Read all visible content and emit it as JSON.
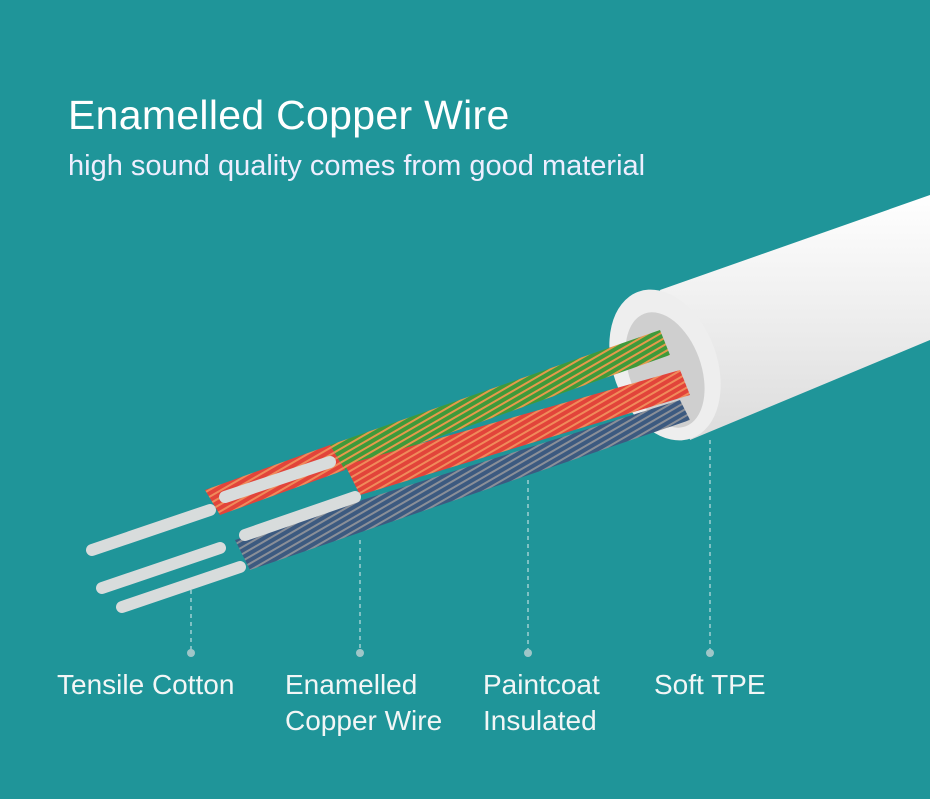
{
  "header": {
    "title": "Enamelled Copper Wire",
    "subtitle": "high sound quality comes from good material"
  },
  "labels": [
    {
      "line1": "Tensile Cotton",
      "line2": ""
    },
    {
      "line1": "Enamelled",
      "line2": "Copper Wire"
    },
    {
      "line1": "Paintcoat",
      "line2": "Insulated"
    },
    {
      "line1": "Soft TPE",
      "line2": ""
    }
  ],
  "colors": {
    "background": "#1f9599",
    "jacket": "#f4f4f4",
    "green": "#3f9a3a",
    "orange": "#e59a4a",
    "red": "#e2443a",
    "blue": "#3c5a80"
  }
}
